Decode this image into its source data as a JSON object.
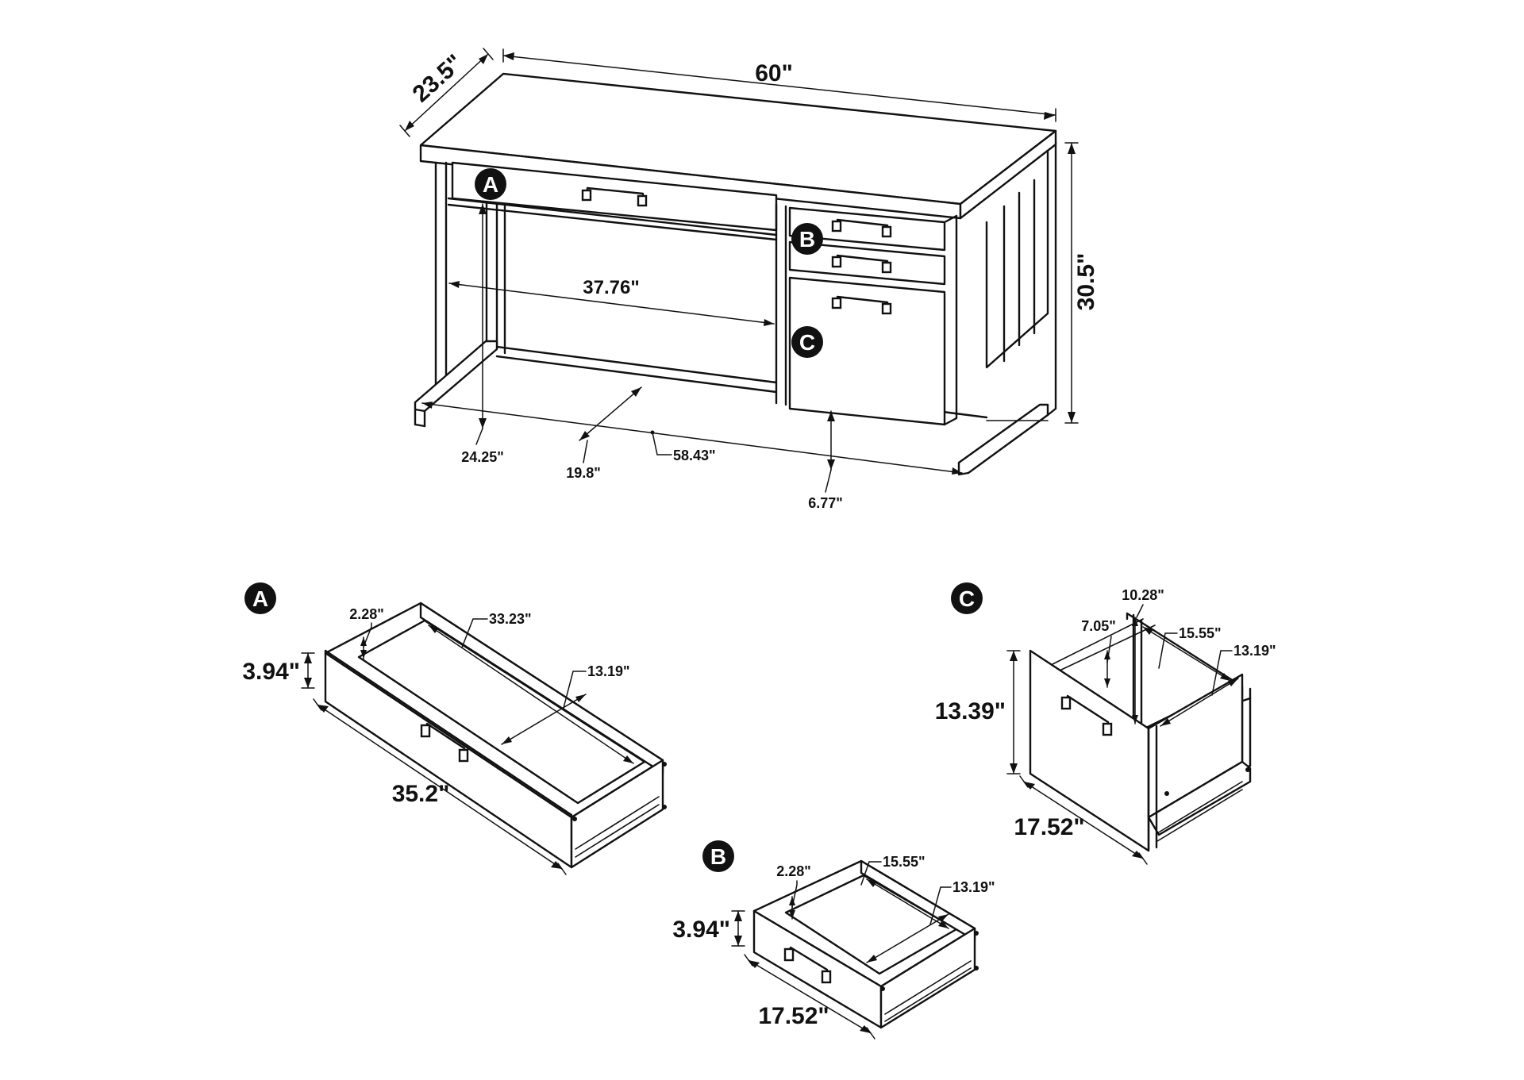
{
  "desk": {
    "width": "60\"",
    "depth": "23.5\"",
    "height": "30.5\"",
    "knee_width": "37.76\"",
    "leg_depth": "24.25\"",
    "knee_depth": "19.8\"",
    "inner_width": "58.43\"",
    "floor_clearance": "6.77\""
  },
  "callouts": {
    "a": "A",
    "b": "B",
    "c": "C"
  },
  "drawer_a": {
    "label": "A",
    "height": "3.94\"",
    "width": "35.2\"",
    "side_height": "2.28\"",
    "inner_length": "33.23\"",
    "inner_depth": "13.19\""
  },
  "drawer_b": {
    "label": "B",
    "height": "3.94\"",
    "width": "17.52\"",
    "side_height": "2.28\"",
    "inner_length": "15.55\"",
    "inner_depth": "13.19\""
  },
  "drawer_c": {
    "label": "C",
    "height": "13.39\"",
    "width": "17.52\"",
    "top_height": "10.28\"",
    "side_height": "7.05\"",
    "inner_length": "15.55\"",
    "inner_depth": "13.19\""
  }
}
